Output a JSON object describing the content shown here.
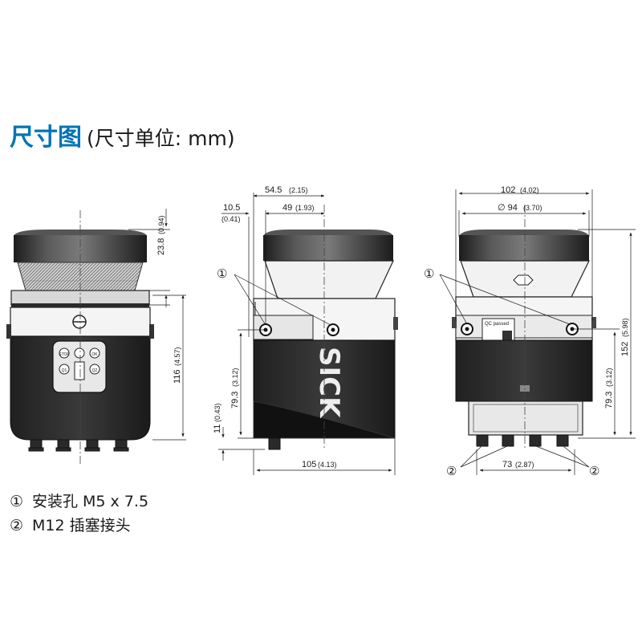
{
  "title": {
    "main": "尺寸图",
    "unit": "(尺寸单位:  mm)"
  },
  "brand": "SICK",
  "qc_label": "QC passed",
  "front": {
    "panel_labels": [
      "STOP",
      "OK",
      "Q1",
      "Q2"
    ],
    "dims": {
      "top": "23.8",
      "top_in": "(0.94)",
      "height": "116",
      "height_in": "(4.57)"
    }
  },
  "side": {
    "dims": {
      "w1": "54.5",
      "w1_in": "(2.15)",
      "w2": "49",
      "w2_in": "(1.93)",
      "w3": "10.5",
      "w3_in": "(0.41)",
      "h1": "79.3",
      "h1_in": "(3.12)",
      "h2": "11",
      "h2_in": "(0.43)",
      "w4": "105",
      "w4_in": "(4.13)"
    }
  },
  "rear": {
    "dims": {
      "w1": "102",
      "w1_in": "(4.02)",
      "dia": "∅ 94",
      "dia_in": "(3.70)",
      "h1": "152",
      "h1_in": "(5.98)",
      "h2": "79.3",
      "h2_in": "(3.12)",
      "w2": "73",
      "w2_in": "(2.87)"
    }
  },
  "callouts": {
    "one": "①",
    "two": "②"
  },
  "legend": [
    {
      "mark": "①",
      "text": "安装孔 M5 x 7.5"
    },
    {
      "mark": "②",
      "text": "M12 插塞接头"
    }
  ]
}
